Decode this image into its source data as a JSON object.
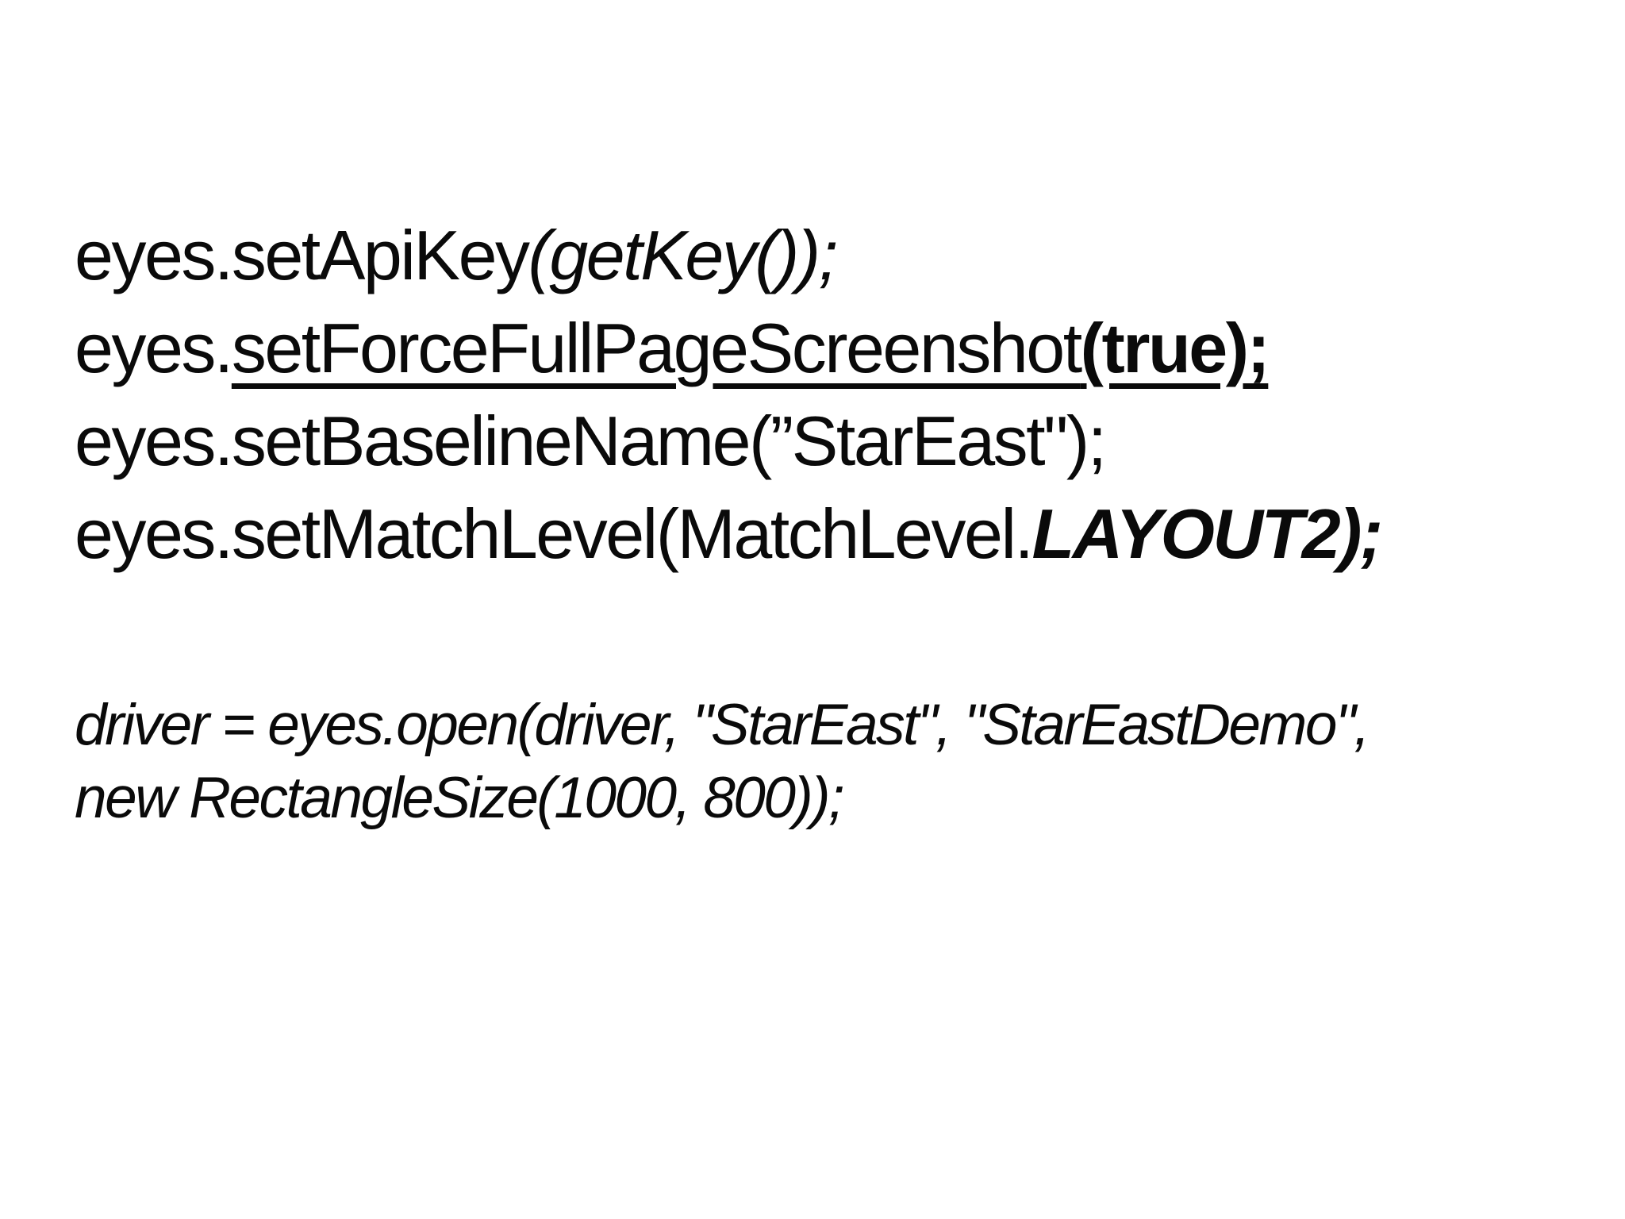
{
  "page": {
    "background_color": "#ffffff",
    "text_color": "#0a0a0a"
  },
  "code_block_top": {
    "line1": {
      "prefix": "eyes.setApiKey",
      "italic_call": "(getKey());"
    },
    "line2": {
      "prefix": "eyes.",
      "underlined_method": "setForceFullPageScreenshot",
      "bold_arg": "(true);"
    },
    "line3": {
      "text": "eyes.setBaselineName(”StarEast\");"
    },
    "line4": {
      "prefix": "eyes.setMatchLevel(MatchLevel.",
      "bold_italic_arg": "LAYOUT2);"
    }
  },
  "code_block_bottom": {
    "line5": "driver = eyes.open(driver, \"StarEast\", \"StarEastDemo\",",
    "line6": "new RectangleSize(1000, 800));"
  }
}
